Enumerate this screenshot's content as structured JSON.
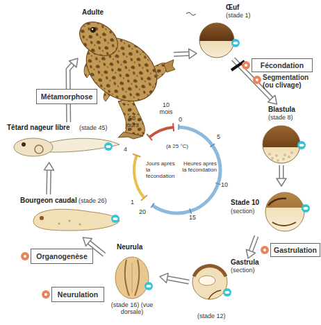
{
  "diagram": {
    "nodes": [
      {
        "text": [
          "Adulte"
        ]
      },
      {
        "text": [
          "Œuf",
          "(stade 1)"
        ]
      },
      {
        "text": [
          "Blastula",
          "(stade 8)"
        ]
      },
      {
        "text": [
          "Stade 10",
          "(section)"
        ]
      },
      {
        "text": [
          "Gastrula",
          "(section)",
          "(stade 12)"
        ]
      },
      {
        "text": [
          "Neurula",
          "(stade 16) (vue dorsale)"
        ]
      },
      {
        "text": [
          "Bourgeon caudal",
          "(stade 26)"
        ]
      },
      {
        "text": [
          "Têtard nageur libre",
          "(stade 45)"
        ]
      },
      {
        "text": [
          "Fécondation"
        ]
      },
      {
        "text": [
          "Gastrulation"
        ]
      },
      {
        "text": [
          "Neurulation"
        ]
      },
      {
        "text": [
          "Organogenèse"
        ]
      },
      {
        "text": [
          "Métamorphose"
        ]
      }
    ],
    "edges": [
      {
        "from": 0,
        "to": 1,
        "arrow": "to"
      },
      {
        "from": 1,
        "to": 2,
        "arrow": "to"
      },
      {
        "from": 2,
        "to": 3,
        "arrow": "to"
      },
      {
        "from": 3,
        "to": 4,
        "arrow": "to"
      },
      {
        "from": 4,
        "to": 5,
        "arrow": "to"
      },
      {
        "from": 5,
        "to": 6,
        "arrow": "to"
      },
      {
        "from": 6,
        "to": 7,
        "arrow": "to"
      },
      {
        "from": 7,
        "to": 0,
        "arrow": "to"
      }
    ],
    "labels": [
      "Segmentation (ou clivage)",
      "10 mois",
      "58 jours",
      "0",
      "5",
      "10",
      "15",
      "20",
      "4",
      "1",
      "(à 25 °C)",
      "Jours après la fécondation",
      "Heures après la fécondation"
    ]
  }
}
